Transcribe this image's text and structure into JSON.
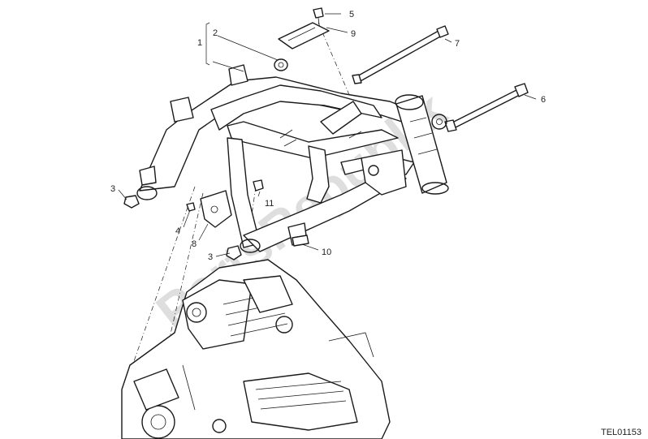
{
  "diagram": {
    "drawing_code": "TEL01153",
    "watermark": "PartsRepublik",
    "callouts": [
      "1",
      "2",
      "3",
      "3",
      "4",
      "5",
      "6",
      "7",
      "8",
      "9",
      "10",
      "11"
    ],
    "colors": {
      "line": "#1a1a1a",
      "background": "#ffffff",
      "watermark": "#d9d9d9"
    }
  }
}
